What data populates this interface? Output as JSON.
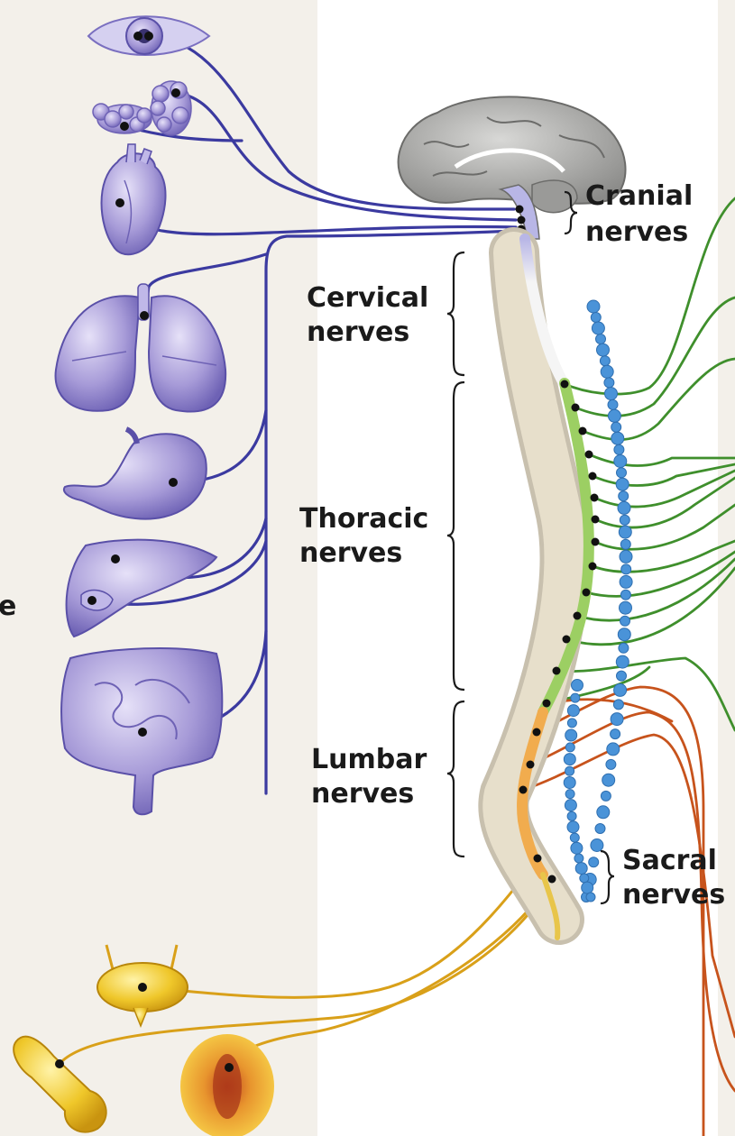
{
  "labels": {
    "cranial": {
      "line1": "Cranial",
      "line2": "nerves"
    },
    "cervical": {
      "line1": "Cervical",
      "line2": "nerves"
    },
    "thoracic": {
      "line1": "Thoracic",
      "line2": "nerves"
    },
    "lumbar": {
      "line1": "Lumbar",
      "line2": "nerves"
    },
    "sacral": {
      "line1": "Sacral",
      "line2": "nerves"
    }
  },
  "cut_off_text": {
    "left_fragment": "e"
  },
  "colors": {
    "parasympathetic_cranial": "#3b3aa0",
    "parasympathetic_sacral": "#d9a019",
    "sympathetic_thoracolumbar": "#3f8f2c",
    "sympathetic_lumbar_out": "#c7531c",
    "sympathetic_chain": "#4a93d8",
    "spinal_cord_thoracic": "#9ccf63",
    "spinal_cord_lumbar": "#f1ac4e",
    "organ_purple": "#a79bd8",
    "organ_yellow": "#efc72a",
    "left_panel_bg": "#f3f0ea"
  },
  "icons": [
    "eye-icon",
    "salivary-gland-icon",
    "heart-icon",
    "lungs-icon",
    "stomach-icon",
    "liver-icon",
    "intestine-icon",
    "bladder-icon",
    "penis-icon",
    "vulva-icon",
    "brain-icon",
    "spinal-column-icon",
    "sympathetic-chain-icon"
  ]
}
